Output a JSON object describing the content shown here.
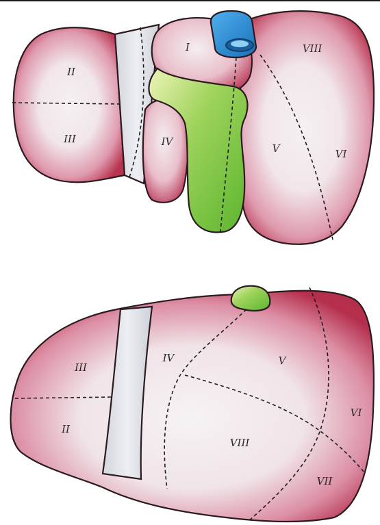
{
  "colors": {
    "liver_red": "#c23b5c",
    "liver_pale": "#f4eef0",
    "ligament_gray": "#dcdde3",
    "gallbladder_green": "#6cc23a",
    "vena_cava_blue": "#2c8fd6"
  },
  "top_view": {
    "labels": {
      "seg_I": "I",
      "seg_II": "II",
      "seg_III": "III",
      "seg_IV": "IV",
      "seg_V": "V",
      "seg_VI": "VI",
      "seg_VIII": "VIII"
    }
  },
  "bottom_view": {
    "labels": {
      "seg_II": "II",
      "seg_III": "III",
      "seg_IV": "IV",
      "seg_V": "V",
      "seg_VI": "VI",
      "seg_VII": "VII",
      "seg_VIII": "VIII"
    }
  }
}
